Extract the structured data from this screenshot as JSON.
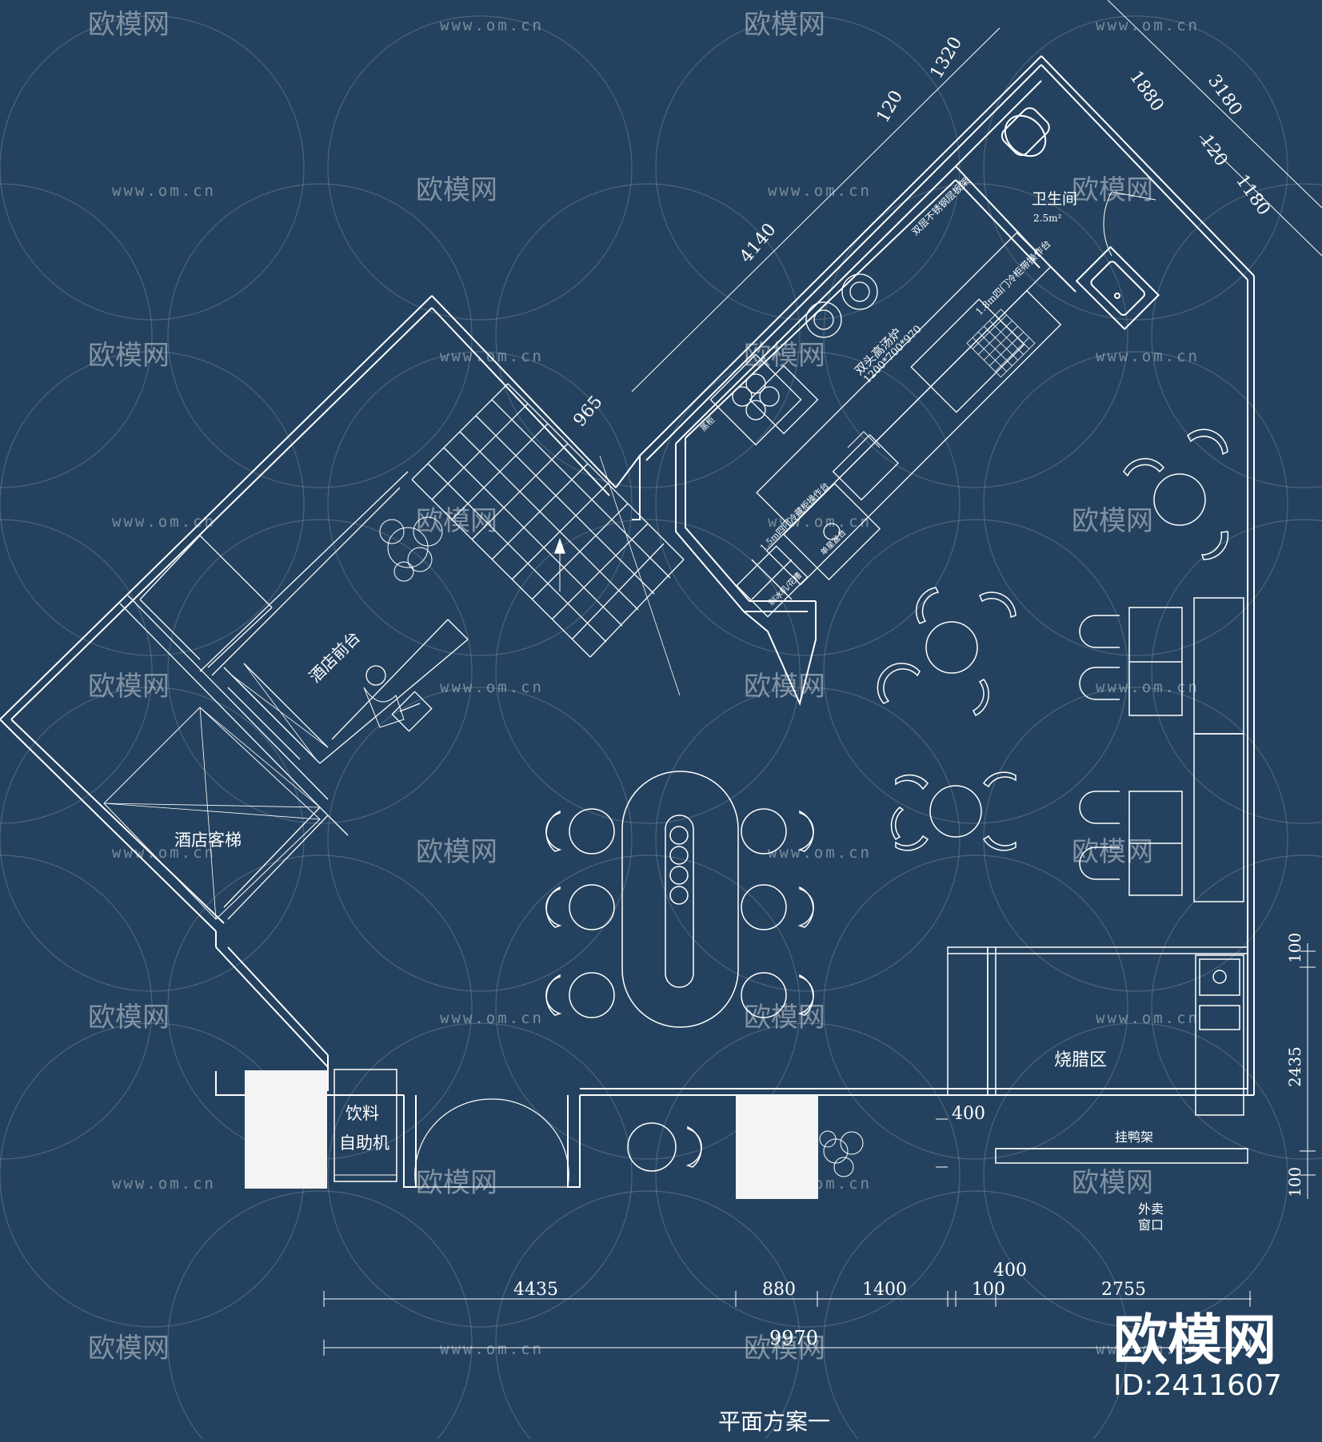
{
  "title": "平面方案一",
  "zones": {
    "restroom": "卫生间",
    "restroom_area": "2.5m²",
    "reception": "酒店前台",
    "elevator": "酒店客梯",
    "vending_line1": "饮料",
    "vending_line2": "自助机",
    "bbq": "烧腊区",
    "duck_rack": "挂鸭架",
    "takeout_line1": "外卖",
    "takeout_line2": "窗口"
  },
  "kitchen_labels": {
    "stove": "双头高汤炉",
    "stove_size": "1200*700*970",
    "fridge": "1.8m四门冷柜带操作台",
    "shelf": "双层不锈钢层板架",
    "counter": "1.5m四门冷藏柜操作台",
    "small1": "蒸柜",
    "small2": "单星盆台",
    "small3": "制冰机/花槽"
  },
  "dimensions": {
    "bottom_row": [
      "4435",
      "880",
      "1400",
      "100",
      "400",
      "2755"
    ],
    "total": "9970",
    "right_side": [
      "100",
      "2435",
      "100"
    ],
    "left_400": "400",
    "diag_top": [
      "120",
      "1320"
    ],
    "diag_long": "4140",
    "diag_mid": "965",
    "diag_right": [
      "1880",
      "3180",
      "120",
      "1180"
    ]
  },
  "watermark": {
    "brand": "欧模网",
    "url": "www.om.cn"
  },
  "brand_corner": {
    "name": "欧模网",
    "id": "ID:2411607"
  },
  "colors": {
    "background": "#24425f",
    "line": "#ffffff",
    "block": "#f4f4f4"
  }
}
